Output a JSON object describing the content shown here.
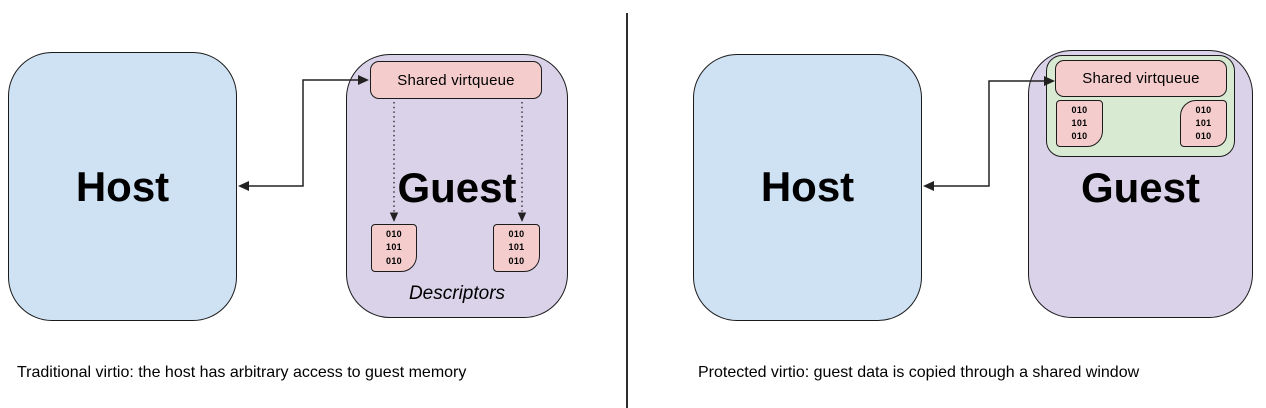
{
  "colors": {
    "host_fill": "#cfe2f3",
    "guest_fill": "#d9d2e9",
    "virtqueue_fill": "#f4cccc",
    "shared_window_fill": "#d9ead3",
    "stroke": "#1b1b1b",
    "arrow": "#222222",
    "text": "#000000"
  },
  "left_panel": {
    "host_label": "Host",
    "guest_label": "Guest",
    "virtqueue_label": "Shared virtqueue",
    "descriptors_label": "Descriptors",
    "caption": "Traditional virtio: the host has arbitrary access to guest memory"
  },
  "right_panel": {
    "host_label": "Host",
    "guest_label": "Guest",
    "virtqueue_label": "Shared virtqueue",
    "caption": "Protected virtio: guest data is copied through a shared window"
  },
  "bits": [
    "010",
    "101",
    "010"
  ]
}
